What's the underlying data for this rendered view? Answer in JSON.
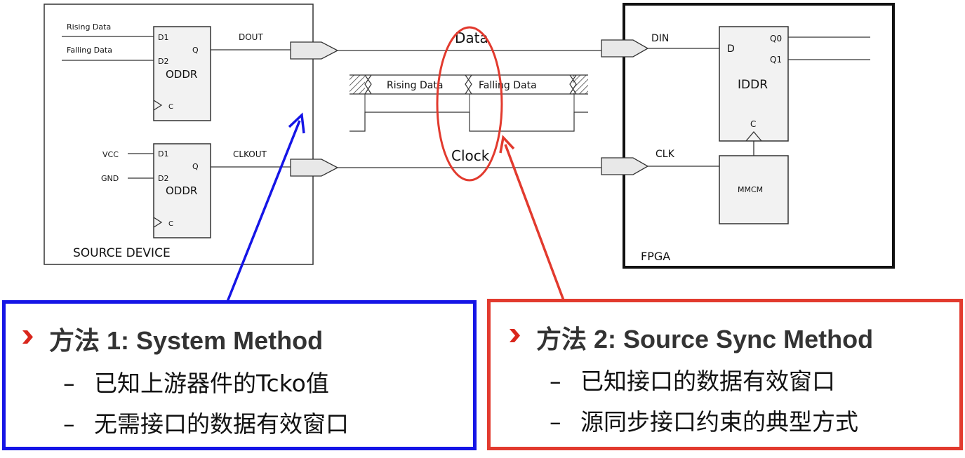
{
  "diagram": {
    "source_device": {
      "label": "SOURCE DEVICE",
      "oddr_data": {
        "name": "ODDR",
        "pin_d1": "D1",
        "pin_d2": "D2",
        "pin_q": "Q",
        "pin_c": "C",
        "in1": "Rising Data",
        "in2": "Falling Data",
        "out": "DOUT"
      },
      "oddr_clock": {
        "name": "ODDR",
        "pin_d1": "D1",
        "pin_d2": "D2",
        "pin_q": "Q",
        "pin_c": "C",
        "in1": "VCC",
        "in2": "GND",
        "out": "CLKOUT"
      }
    },
    "fpga": {
      "label": "FPGA",
      "iddr": {
        "name": "IDDR",
        "pin_d": "D",
        "pin_q0": "Q0",
        "pin_q1": "Q1",
        "pin_c": "C"
      },
      "mmcm": {
        "name": "MMCM"
      },
      "din": "DIN",
      "clk": "CLK"
    },
    "wires": {
      "data": "Data",
      "clock": "Clock"
    },
    "timing": {
      "rising": "Rising Data",
      "falling": "Falling Data"
    }
  },
  "method1": {
    "title": "方法  1:  System Method",
    "bullets": [
      "已知上游器件的Tcko值",
      "无需接口的数据有效窗口"
    ]
  },
  "method2": {
    "title": "方法  2:  Source Sync Method",
    "bullets": [
      "已知接口的数据有效窗口",
      "源同步接口约束的典型方式"
    ]
  },
  "colors": {
    "blue": "#1515e6",
    "red": "#e23a2e",
    "chevron": "#d9261c",
    "heading": "#333333"
  },
  "icons": {
    "bullet": "chevron-right-icon"
  }
}
